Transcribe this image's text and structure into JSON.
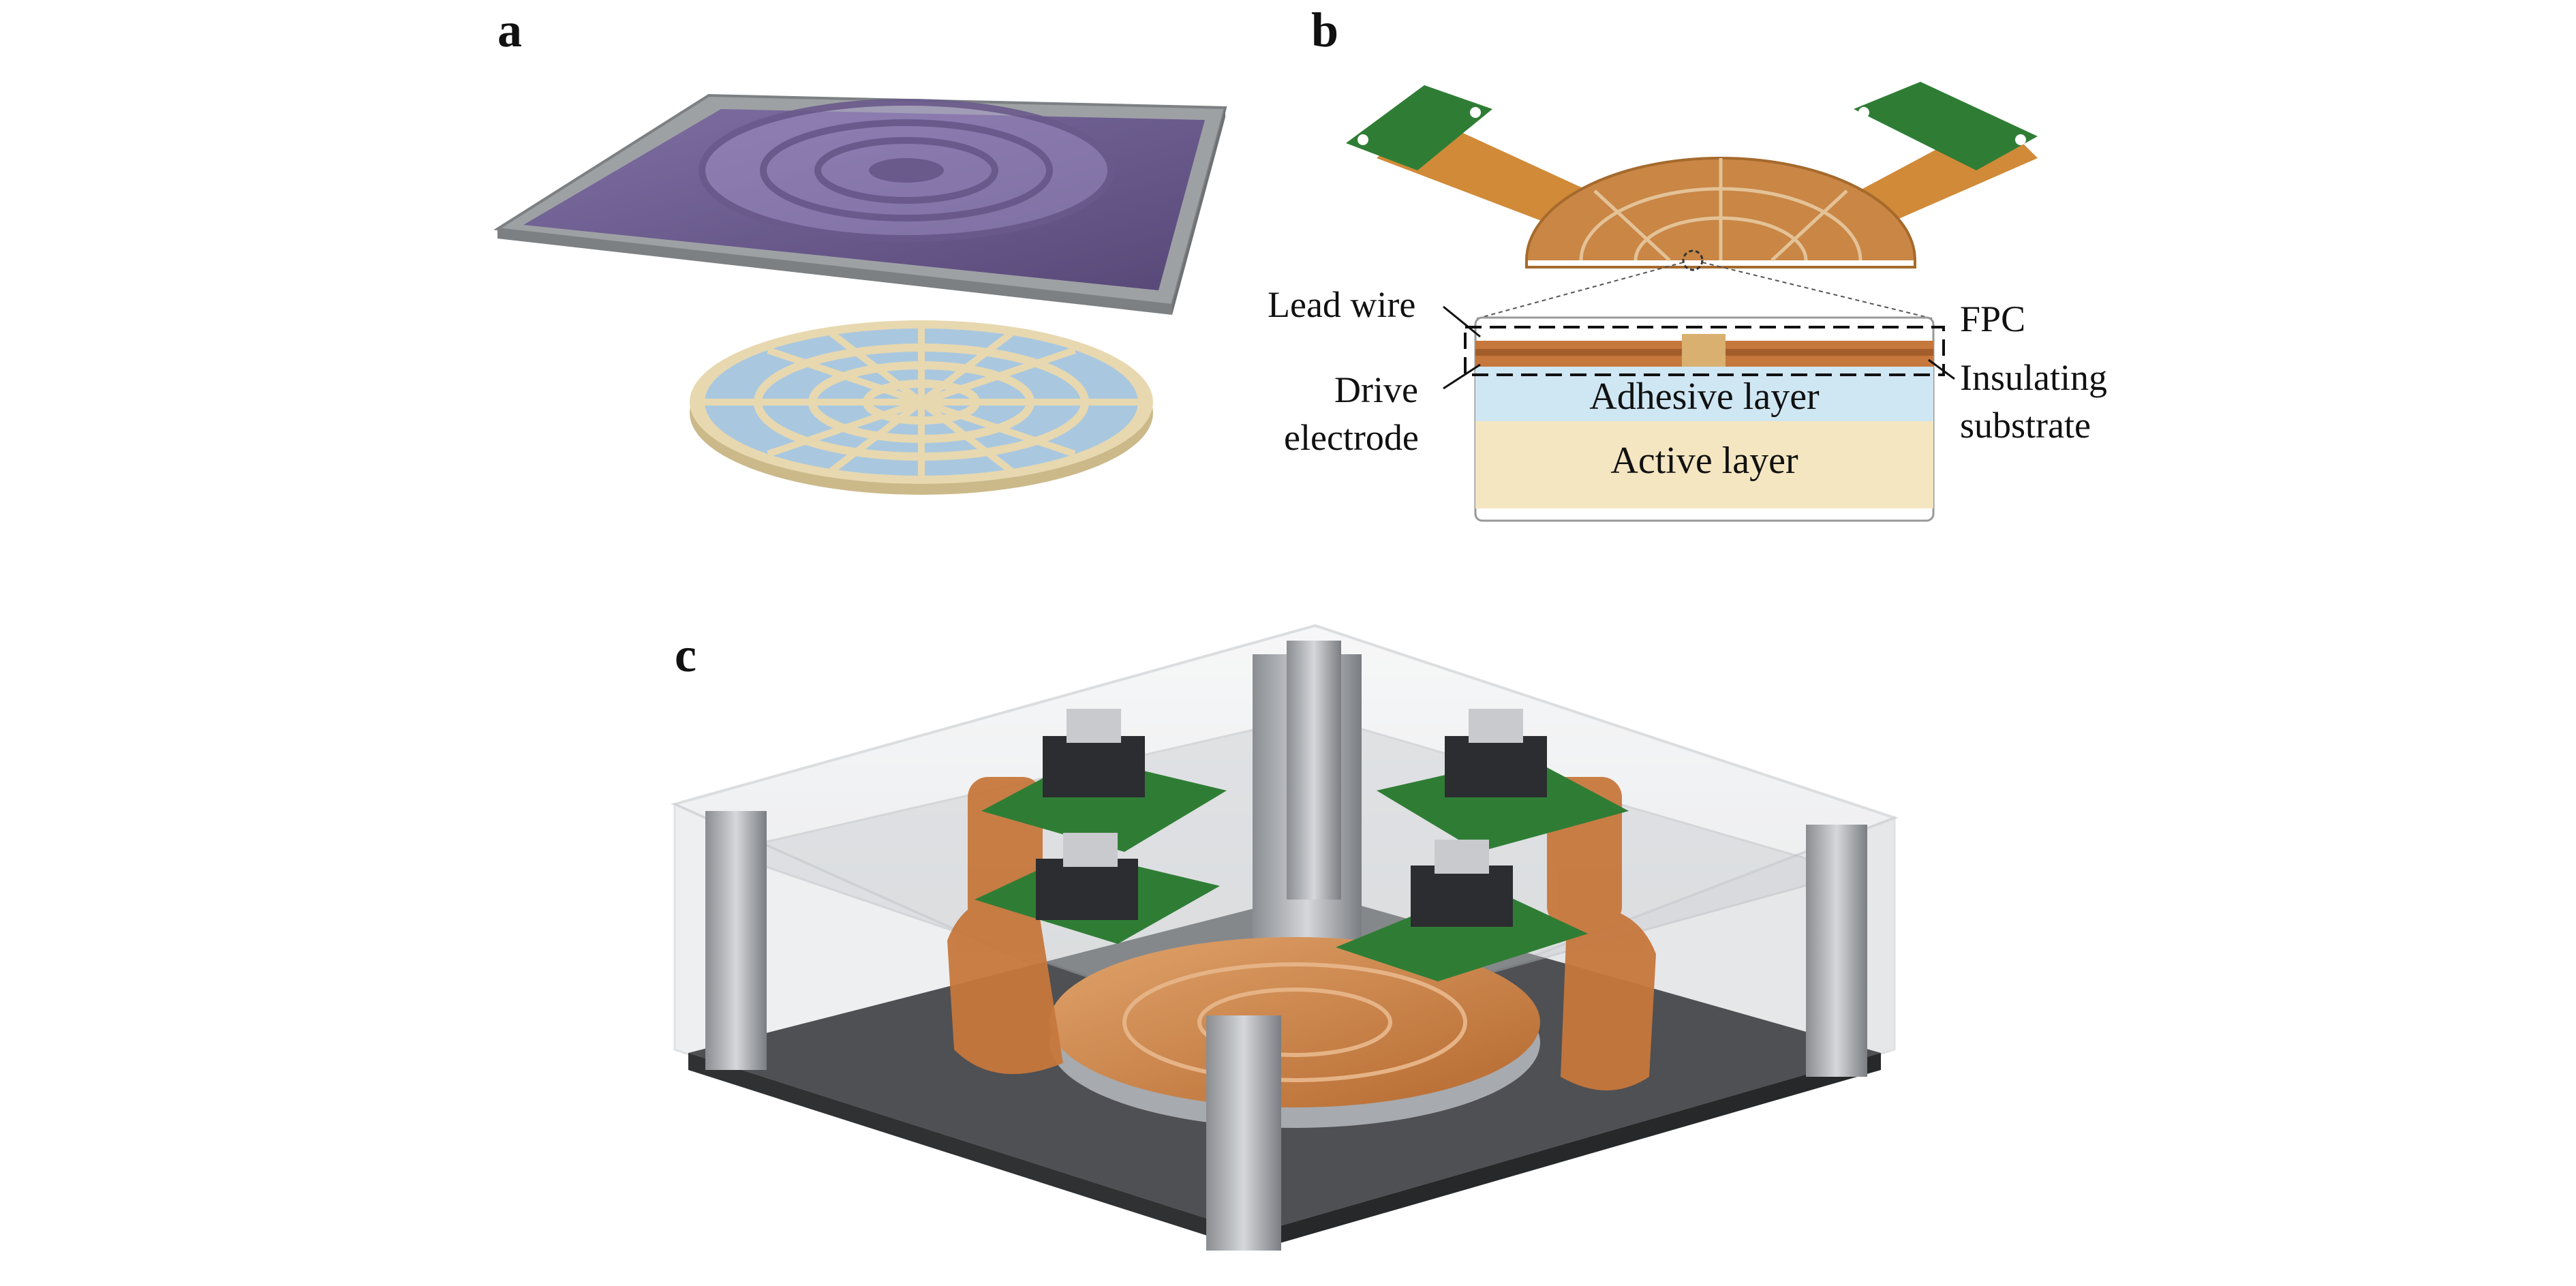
{
  "panels": {
    "a": {
      "label": "a"
    },
    "b": {
      "label": "b",
      "callouts": {
        "lead_wire": "Lead wire",
        "drive_electrode_line1": "Drive",
        "drive_electrode_line2": "electrode",
        "fpc": "FPC",
        "insulating_substrate_line1": "Insulating",
        "insulating_substrate_line2": "substrate"
      },
      "layers": {
        "adhesive": "Adhesive layer",
        "active": "Active layer"
      }
    },
    "c": {
      "label": "c"
    }
  },
  "colors": {
    "frame_gray": "#b9bbbd",
    "mask_purple": "#6a5a8c",
    "electrode_blue": "#a9c8df",
    "disk_beige": "#e8d8b0",
    "fpc_orange": "#d08a38",
    "pcb_green": "#2f7d35",
    "adhesive_blue": "#cfe6f3",
    "active_beige": "#f3e6c1",
    "copper": "#c6773c"
  }
}
